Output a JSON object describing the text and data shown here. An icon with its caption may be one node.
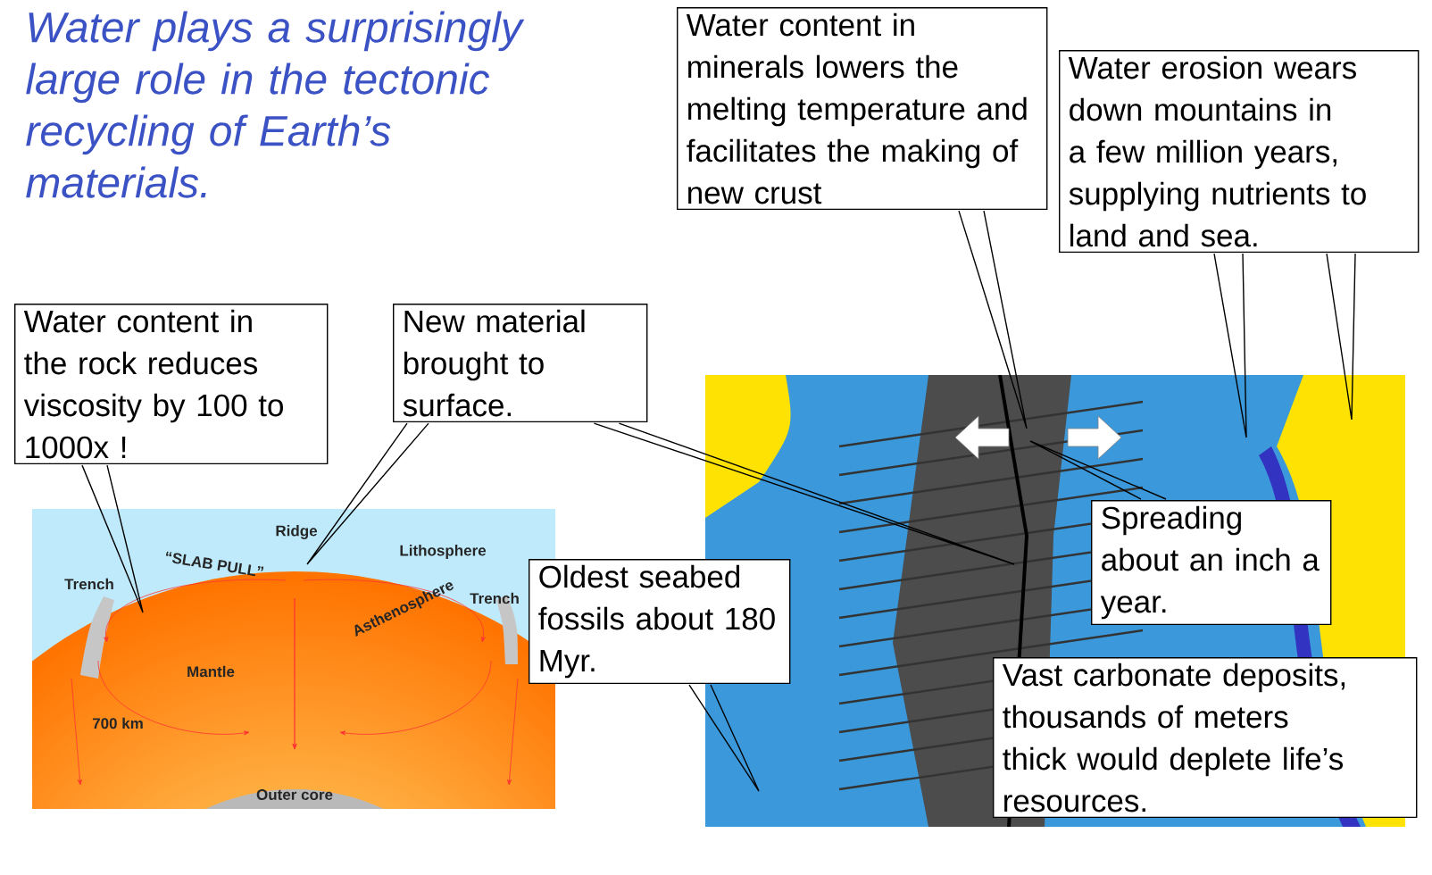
{
  "diagram": {
    "title": "Water plays a surprisingly large role in the tectonic recycling of Earth’s materials.",
    "nodes": [
      {
        "text": [
          "Water content in the rock reduces viscosity by 100 to 1000x !"
        ]
      },
      {
        "text": [
          "New material brought to surface."
        ]
      },
      {
        "text": [
          "Water content in minerals lowers the melting temperature and facilitates the making of new crust"
        ]
      },
      {
        "text": [
          "Water erosion wears down mountains in a few million years, supplying nutrients to land and sea."
        ]
      },
      {
        "text": [
          "Oldest seabed fossils about 180 Myr."
        ]
      },
      {
        "text": [
          "Spreading about an inch a year."
        ]
      },
      {
        "text": [
          "Vast carbonate deposits, thousands of meters thick would deplete life’s resources."
        ]
      }
    ],
    "edges": [
      {
        "from": 0,
        "to": null,
        "arrow": "none"
      },
      {
        "from": 1,
        "to": null,
        "arrow": "none"
      },
      {
        "from": 1,
        "to": null,
        "arrow": "none"
      },
      {
        "from": 2,
        "to": null,
        "arrow": "none"
      },
      {
        "from": 3,
        "to": null,
        "arrow": "none"
      },
      {
        "from": 3,
        "to": null,
        "arrow": "none"
      },
      {
        "from": 4,
        "to": null,
        "arrow": "none"
      },
      {
        "from": 5,
        "to": null,
        "arrow": "none"
      }
    ],
    "labels": [
      "Ridge",
      "Lithosphere",
      "Trench",
      "“SLAB PULL”",
      "Trench",
      "Asthenosphere",
      "Mantle",
      "700 km",
      "Outer core"
    ]
  }
}
